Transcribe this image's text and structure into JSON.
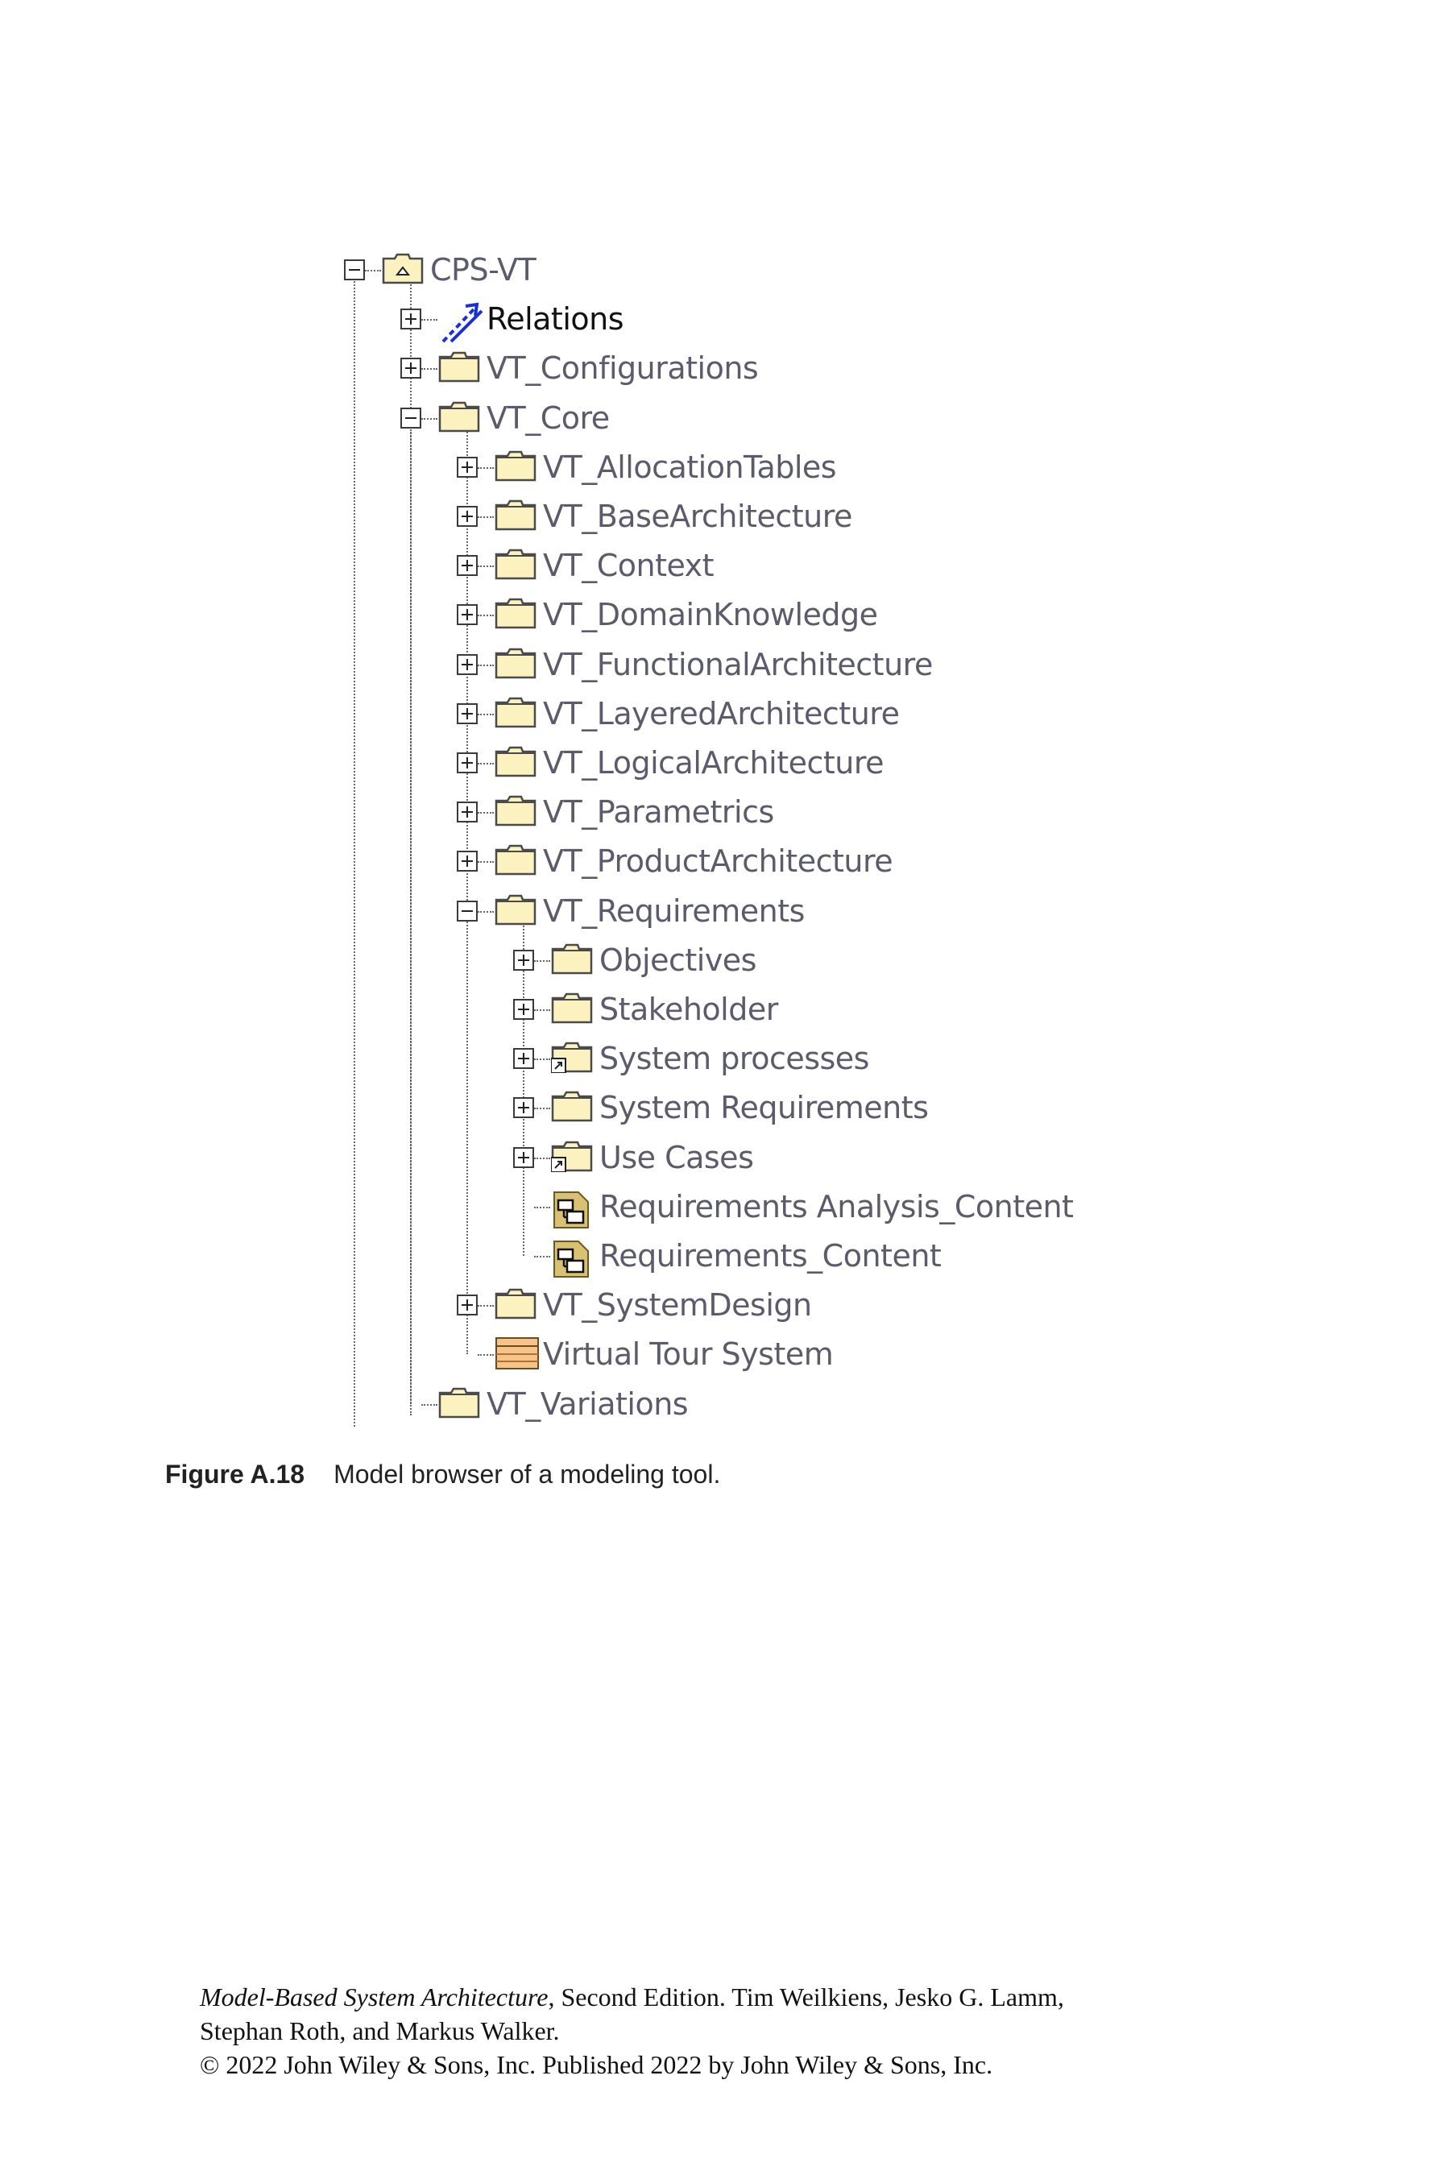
{
  "tree": {
    "nodes": [
      {
        "label": "CPS-VT",
        "depth": 0,
        "toggle": "minus",
        "icon": "model-icon",
        "last": false
      },
      {
        "label": "Relations",
        "depth": 1,
        "toggle": "plus",
        "icon": "relations-icon",
        "last": false
      },
      {
        "label": "VT_Configurations",
        "depth": 1,
        "toggle": "plus",
        "icon": "folder-icon",
        "last": false
      },
      {
        "label": "VT_Core",
        "depth": 1,
        "toggle": "minus",
        "icon": "folder-icon",
        "last": false
      },
      {
        "label": "VT_AllocationTables",
        "depth": 2,
        "toggle": "plus",
        "icon": "folder-icon",
        "last": false
      },
      {
        "label": "VT_BaseArchitecture",
        "depth": 2,
        "toggle": "plus",
        "icon": "folder-icon",
        "last": false
      },
      {
        "label": "VT_Context",
        "depth": 2,
        "toggle": "plus",
        "icon": "folder-icon",
        "last": false
      },
      {
        "label": "VT_DomainKnowledge",
        "depth": 2,
        "toggle": "plus",
        "icon": "folder-icon",
        "last": false
      },
      {
        "label": "VT_FunctionalArchitecture",
        "depth": 2,
        "toggle": "plus",
        "icon": "folder-icon",
        "last": false
      },
      {
        "label": "VT_LayeredArchitecture",
        "depth": 2,
        "toggle": "plus",
        "icon": "folder-icon",
        "last": false
      },
      {
        "label": "VT_LogicalArchitecture",
        "depth": 2,
        "toggle": "plus",
        "icon": "folder-icon",
        "last": false
      },
      {
        "label": "VT_Parametrics",
        "depth": 2,
        "toggle": "plus",
        "icon": "folder-icon",
        "last": false
      },
      {
        "label": "VT_ProductArchitecture",
        "depth": 2,
        "toggle": "plus",
        "icon": "folder-icon",
        "last": false
      },
      {
        "label": "VT_Requirements",
        "depth": 2,
        "toggle": "minus",
        "icon": "folder-icon",
        "last": false
      },
      {
        "label": "Objectives",
        "depth": 3,
        "toggle": "plus",
        "icon": "folder-icon",
        "last": false
      },
      {
        "label": "Stakeholder",
        "depth": 3,
        "toggle": "plus",
        "icon": "folder-icon",
        "last": false
      },
      {
        "label": "System processes",
        "depth": 3,
        "toggle": "plus",
        "icon": "shared-folder-icon",
        "last": false
      },
      {
        "label": "System Requirements",
        "depth": 3,
        "toggle": "plus",
        "icon": "folder-icon",
        "last": false
      },
      {
        "label": "Use Cases",
        "depth": 3,
        "toggle": "plus",
        "icon": "shared-folder-icon",
        "last": false
      },
      {
        "label": "Requirements Analysis_Content",
        "depth": 3,
        "toggle": "none",
        "icon": "diagram-icon",
        "last": false
      },
      {
        "label": "Requirements_Content",
        "depth": 3,
        "toggle": "none",
        "icon": "diagram-icon",
        "last": true
      },
      {
        "label": "VT_SystemDesign",
        "depth": 2,
        "toggle": "plus",
        "icon": "folder-icon",
        "last": false
      },
      {
        "label": "Virtual Tour System",
        "depth": 2,
        "toggle": "none",
        "icon": "block-icon",
        "last": true
      },
      {
        "label": "VT_Variations",
        "depth": 1,
        "toggle": "none",
        "icon": "folder-icon",
        "last": true
      }
    ]
  },
  "caption": {
    "number": "Figure A.18",
    "text": "Model browser of a modeling tool."
  },
  "footer": {
    "book_title": "Model-Based System Architecture",
    "line1_rest": ", Second Edition. Tim Weilkiens, Jesko G. Lamm,",
    "line2": "Stephan Roth, and Markus Walker.",
    "line3": "© 2022 John Wiley & Sons, Inc. Published 2022 by John Wiley & Sons, Inc."
  },
  "colors": {
    "folder_fill": "#fbf2bf",
    "folder_stroke": "#4a4a4a",
    "label_text": "#5b5b6b",
    "relations_arrow": "#1a2fd8"
  }
}
